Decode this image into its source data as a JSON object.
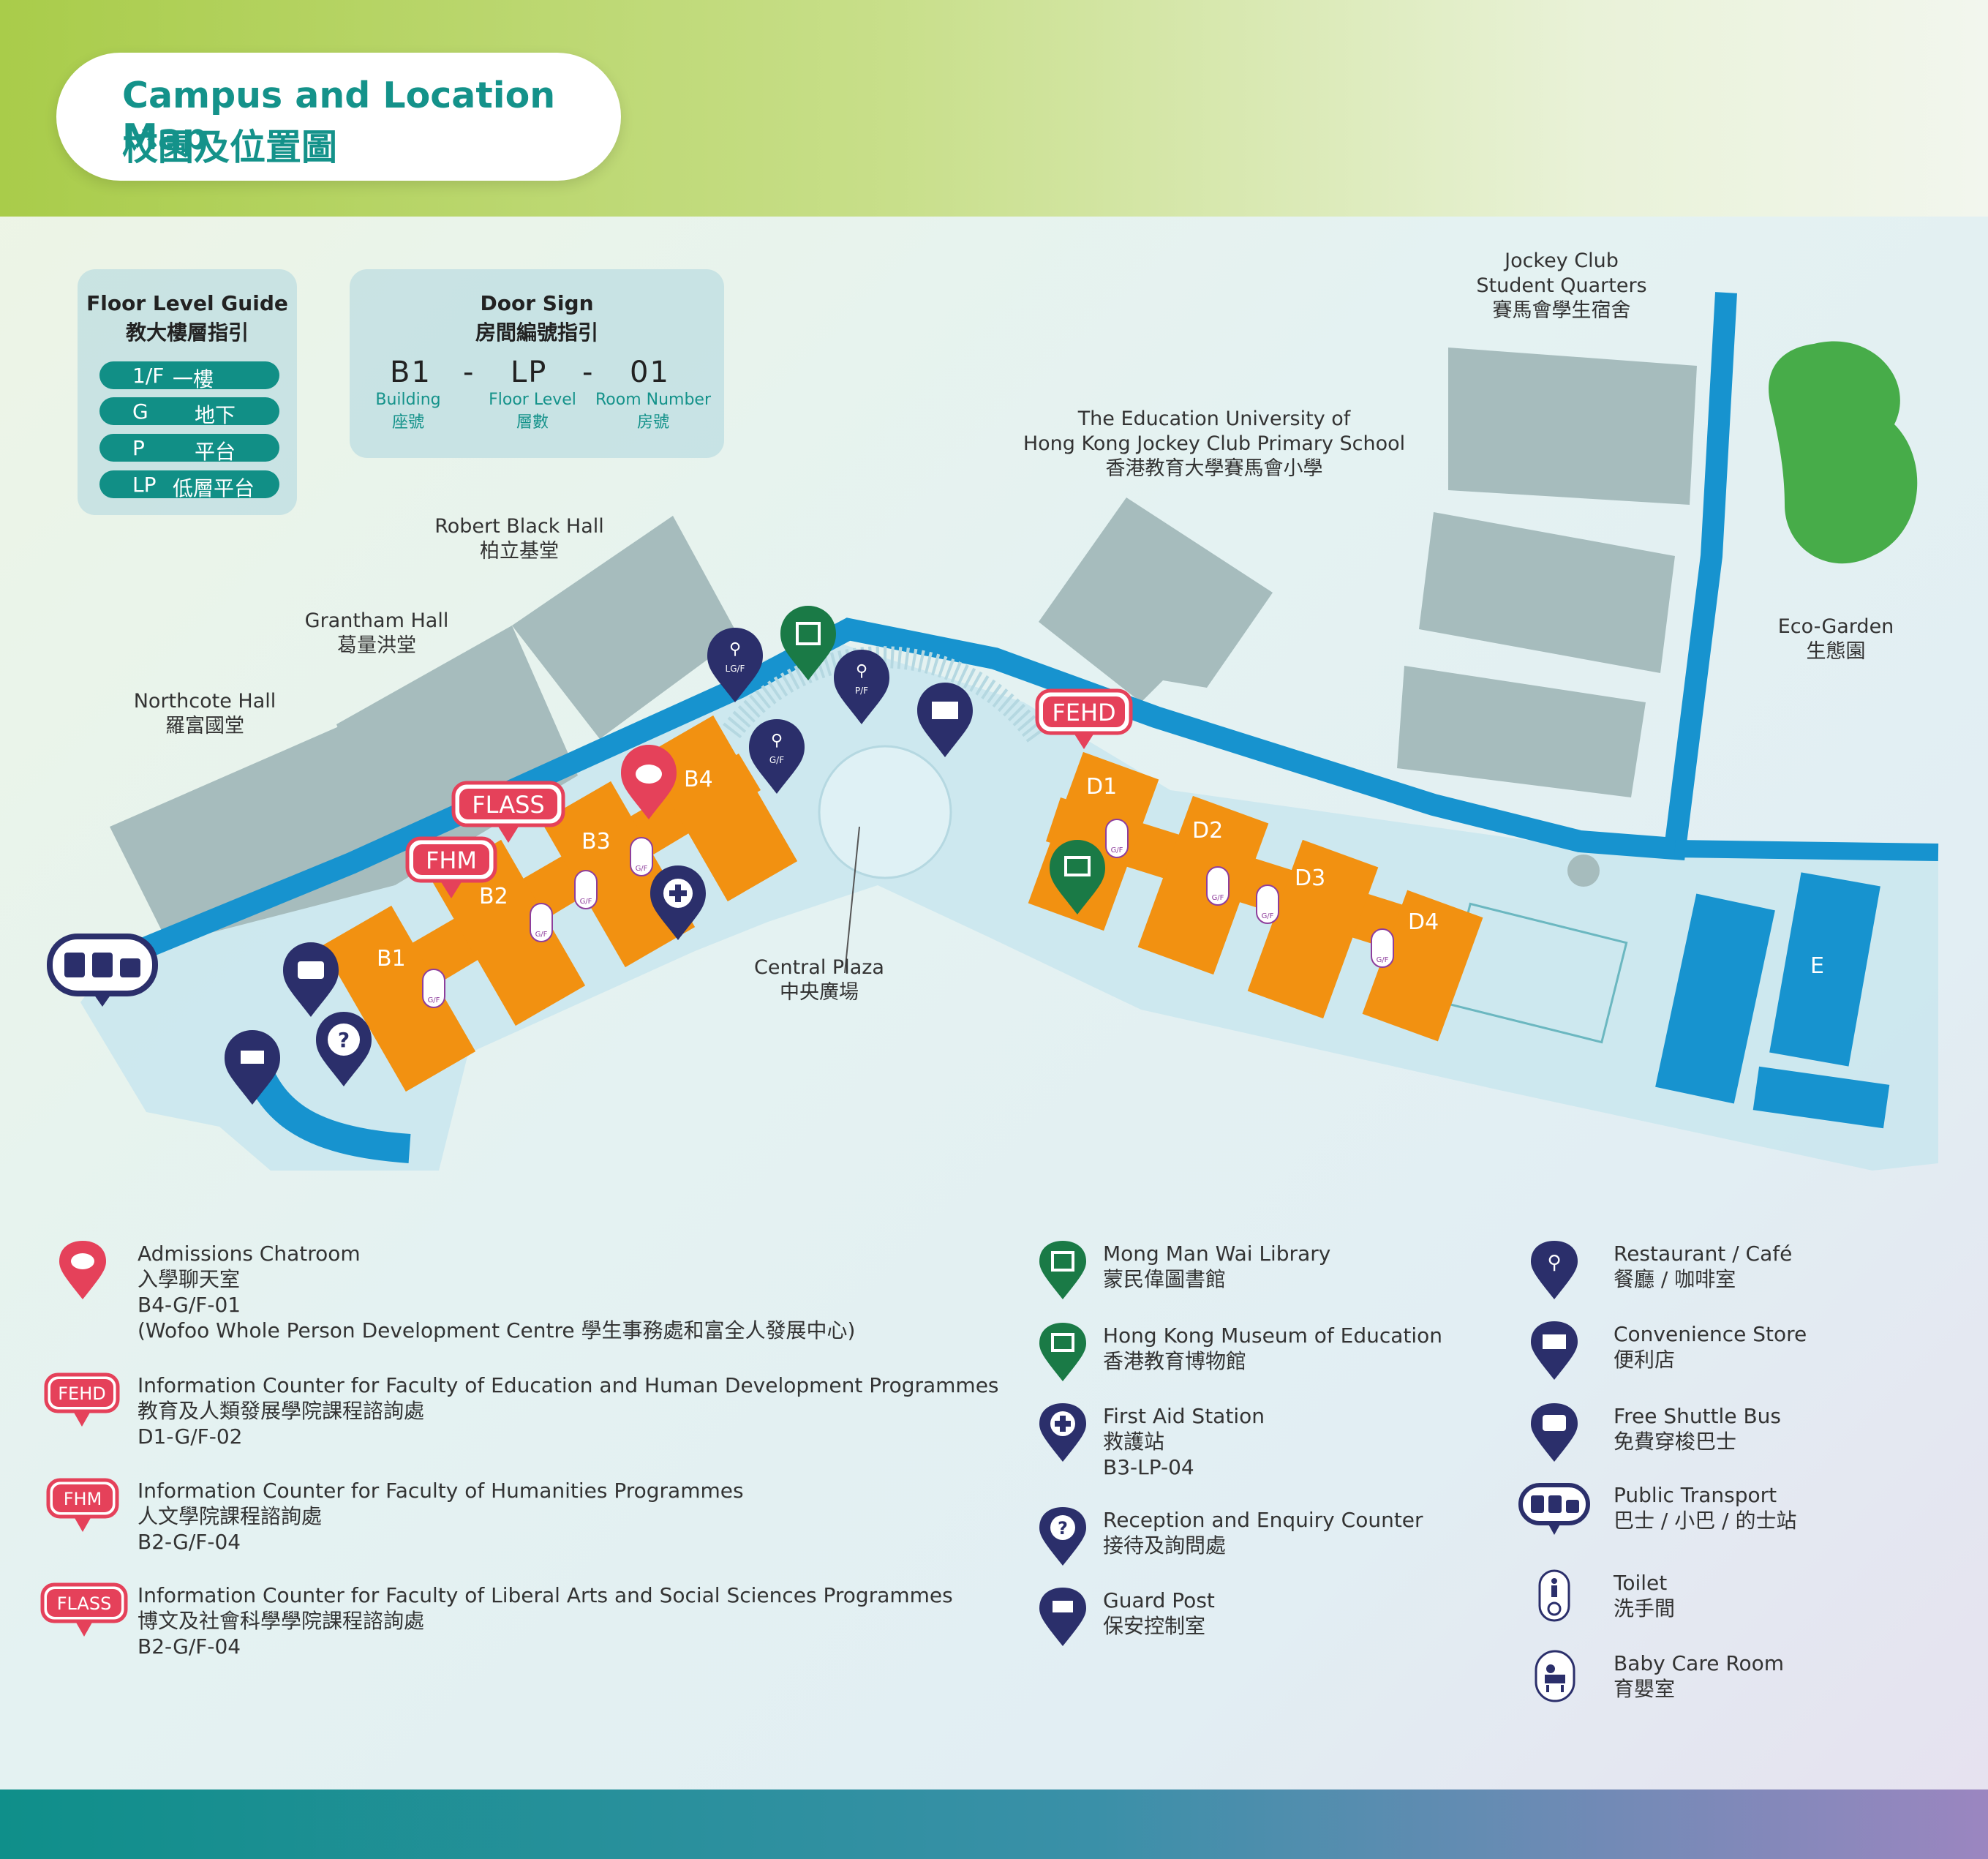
{
  "header": {
    "title_en": "Campus and Location Map",
    "title_zh": "校園及位置圖"
  },
  "floor_guide": {
    "title_en": "Floor Level Guide",
    "title_zh": "教大樓層指引",
    "levels": [
      {
        "code": "1/F",
        "name": "一樓"
      },
      {
        "code": "G",
        "name": "地下"
      },
      {
        "code": "P",
        "name": "平台"
      },
      {
        "code": "LP",
        "name": "低層平台"
      }
    ]
  },
  "door_sign": {
    "title_en": "Door Sign",
    "title_zh": "房間編號指引",
    "code_building": "B1",
    "code_floor": "LP",
    "code_room": "01",
    "separator": "-",
    "parts": [
      {
        "en": "Building",
        "zh": "座號"
      },
      {
        "en": "Floor Level",
        "zh": "層數"
      },
      {
        "en": "Room Number",
        "zh": "房號"
      }
    ]
  },
  "map": {
    "places": {
      "jockey_en1": "Jockey Club",
      "jockey_en2": "Student Quarters",
      "jockey_zh": "賽馬會學生宿舍",
      "school_en1": "The Education University of",
      "school_en2": "Hong Kong Jockey Club Primary School",
      "school_zh": "香港教育大學賽馬會小學",
      "robert_en": "Robert Black Hall",
      "robert_zh": "柏立基堂",
      "grantham_en": "Grantham Hall",
      "grantham_zh": "葛量洪堂",
      "northcote_en": "Northcote Hall",
      "northcote_zh": "羅富國堂",
      "eco_en": "Eco-Garden",
      "eco_zh": "生態園",
      "plaza_en": "Central Plaza",
      "plaza_zh": "中央廣場"
    },
    "buildings": [
      "B1",
      "B2",
      "B3",
      "B4",
      "D1",
      "D2",
      "D3",
      "D4",
      "E"
    ],
    "tags": {
      "fehd": "FEHD",
      "flass": "FLASS",
      "fhm": "FHM"
    },
    "floor_marks": {
      "gf": "G/F",
      "lgf": "LG/F",
      "pf": "P/F"
    }
  },
  "legend": {
    "chatroom": {
      "en": "Admissions Chatroom",
      "zh": "入學聊天室",
      "room": "B4-G/F-01",
      "note": "(Wofoo Whole Person Development Centre 學生事務處和富全人發展中心)"
    },
    "fehd": {
      "badge": "FEHD",
      "en": "Information Counter for Faculty of Education and Human Development Programmes",
      "zh": "教育及人類發展學院課程諮詢處",
      "room": "D1-G/F-02"
    },
    "fhm": {
      "badge": "FHM",
      "en": "Information Counter for Faculty of Humanities Programmes",
      "zh": "人文學院課程諮詢處",
      "room": "B2-G/F-04"
    },
    "flass": {
      "badge": "FLASS",
      "en": "Information Counter for Faculty of Liberal Arts and Social Sciences Programmes",
      "zh": "博文及社會科學學院課程諮詢處",
      "room": "B2-G/F-04"
    },
    "library": {
      "en": "Mong Man Wai Library",
      "zh": "蒙民偉圖書館"
    },
    "museum": {
      "en": "Hong Kong Museum of Education",
      "zh": "香港教育博物館"
    },
    "firstaid": {
      "en": "First Aid Station",
      "zh": "救護站",
      "room": "B3-LP-04"
    },
    "reception": {
      "en": "Reception and Enquiry Counter",
      "zh": "接待及詢問處"
    },
    "guard": {
      "en": "Guard Post",
      "zh": "保安控制室"
    },
    "restaurant": {
      "en": "Restaurant / Café",
      "zh": "餐廳 / 咖啡室"
    },
    "store": {
      "en": "Convenience Store",
      "zh": "便利店"
    },
    "shuttle": {
      "en": "Free Shuttle Bus",
      "zh": "免費穿梭巴士"
    },
    "transport": {
      "en": "Public Transport",
      "zh": "巴士 / 小巴 / 的士站"
    },
    "toilet": {
      "en": "Toilet",
      "zh": "洗手間"
    },
    "baby": {
      "en": "Baby Care Room",
      "zh": "育嬰室"
    }
  },
  "colors": {
    "teal": "#14928a",
    "orange": "#f29111",
    "navy": "#2b2f6b",
    "green": "#1a7a46",
    "red": "#e5415a",
    "water": "#1793cf",
    "grey": "#a6bcbd"
  }
}
